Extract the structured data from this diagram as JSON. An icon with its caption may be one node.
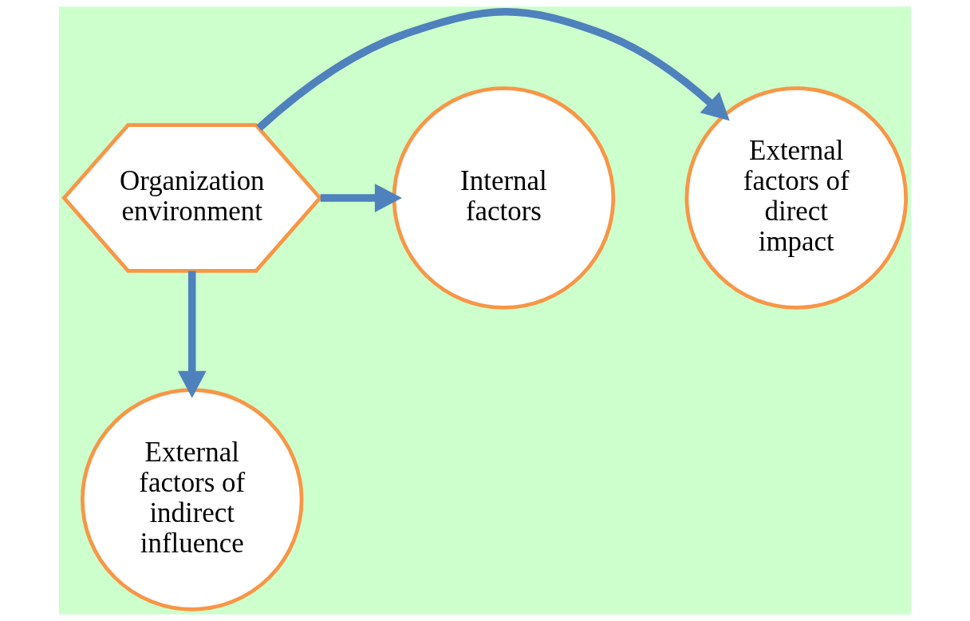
{
  "diagram": {
    "nodes": [
      {
        "text": [
          "Organization environment"
        ]
      },
      {
        "text": [
          "External factors of direct impact"
        ]
      },
      {
        "text": [
          "Internal factors"
        ]
      },
      {
        "text": [
          "External factors of indirect influence"
        ]
      }
    ],
    "edges": [
      {
        "from": 0,
        "to": 1,
        "arrow": "to"
      },
      {
        "from": 0,
        "to": 2,
        "arrow": "to"
      },
      {
        "from": 0,
        "to": 3,
        "arrow": "to"
      }
    ]
  }
}
